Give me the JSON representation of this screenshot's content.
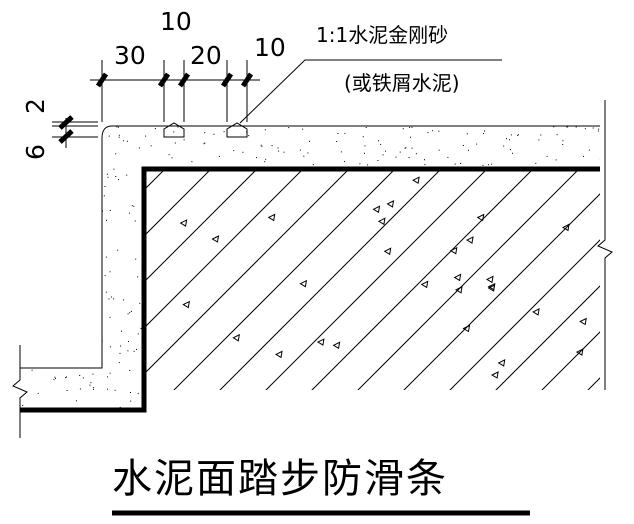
{
  "dimensions": {
    "top": [
      "30",
      "10",
      "20",
      "10"
    ],
    "left": [
      "2",
      "6"
    ]
  },
  "note": {
    "line1": "1:1水泥金刚砂",
    "line2": "(或铁屑水泥)"
  },
  "title": "水泥面踏步防滑条",
  "colors": {
    "line": "#000000",
    "background": "#ffffff"
  }
}
